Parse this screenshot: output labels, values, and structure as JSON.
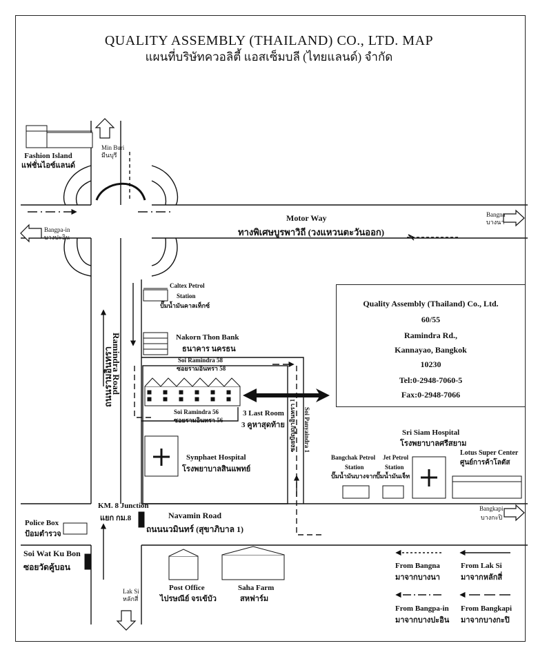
{
  "title": "QUALITY ASSEMBLY (THAILAND) CO., LTD. MAP",
  "subtitle": "แผนที่บริษัทควอลิตี้ แอสเซ็มบลี (ไทยแลนด์) จำกัด",
  "landmarks": {
    "fashion_island_en": "Fashion Island",
    "fashion_island_th": "แฟชั่นไอซ์แลนด์",
    "min_buri_en": "Min Buri",
    "min_buri_th": "มีนบุรี",
    "caltex_en": "Caltex Petrol",
    "caltex_station": "Station",
    "caltex_th": "ปั๊มน้ำมันคาลเท็กซ์",
    "bank_en": "Nakorn Thon Bank",
    "bank_th": "ธนาคาร นครธน",
    "last_room_en": "3 Last Room",
    "last_room_th": "3 คูหาสุดท้าย",
    "hospital_en": "Synphaet Hospital",
    "hospital_th": "โรงพยาบาลสินแพทย์",
    "sri_siam_en": "Sri Siam Hospital",
    "sri_siam_th": "โรงพยาบาลศรีสยาม",
    "lotus_en": "Lotus Super Center",
    "lotus_th": "ศูนย์การค้าโลตัส",
    "bangchak_en": "Bangchak Petrol",
    "bangchak_station": "Station",
    "bangchak_th": "ปั๊มน้ำมันบางจาก",
    "jet_en": "Jet Petrol",
    "jet_station": "Station",
    "jet_th": "ปั๊มน้ำมันเจ็ท",
    "km8_en": "KM. 8 Junction",
    "km8_th": "แยก กม.8",
    "police_en": "Police Box",
    "police_th": "ป้อมตำรวจ",
    "soi_wat_en": "Soi Wat Ku Bon",
    "soi_wat_th": "ซอยวัดคู้บอน",
    "post_en": "Post Office",
    "post_th": "ไปรษณีย์ จรเข้บัว",
    "saha_en": "Saha Farm",
    "saha_th": "สหฟาร์ม",
    "lak_si_en": "Lak Si",
    "lak_si_th": "หลักสี่"
  },
  "roads": {
    "motorway_en": "Motor Way",
    "motorway_th": "ทางพิเศษบูรพาวิถี (วงแหวนตะวันออก)",
    "bangna_en": "Bangna",
    "bangna_th": "บางนา",
    "bangpain_en": "Bangpa-in",
    "bangpain_th": "บางปะอิน",
    "ramindra_en": "Ramindra Road",
    "ramindra_th": "ถนนรามอินทรา",
    "soi58_en": "Soi Ramindra 58",
    "soi58_th": "ซอยรามอินทรา 58",
    "soi56_en": "Soi Ramindra 56",
    "soi56_th": "ซอยรามอินทรา 56",
    "panya_en": "Soi Panyaindra 1",
    "panya_th": "ซอยปัญญาอินทรา 1",
    "navamin_en": "Navamin Road",
    "navamin_th": "ถนนนวมินทร์ (สุขาภิบาล 1)",
    "bangkapi_en": "Bangkapi",
    "bangkapi_th": "บางกะปิ"
  },
  "company": {
    "name": "Quality Assembly (Thailand) Co., Ltd.",
    "number": "60/55",
    "road": "Ramindra Rd.,",
    "district": "Kannayao, Bangkok",
    "postcode": "10230",
    "tel": "Tel:0-2948-7060-5",
    "fax": "Fax:0-2948-7066"
  },
  "legend": {
    "from_bangna_en": "From Bangna",
    "from_bangna_th": "มาจากบางนา",
    "from_laksi_en": "From Lak Si",
    "from_laksi_th": "มาจากหลักสี่",
    "from_bangpain_en": "From Bangpa-in",
    "from_bangpain_th": "มาจากบางปะอิน",
    "from_bangkapi_en": "From Bangkapi",
    "from_bangkapi_th": "มาจากบางกะปิ"
  }
}
